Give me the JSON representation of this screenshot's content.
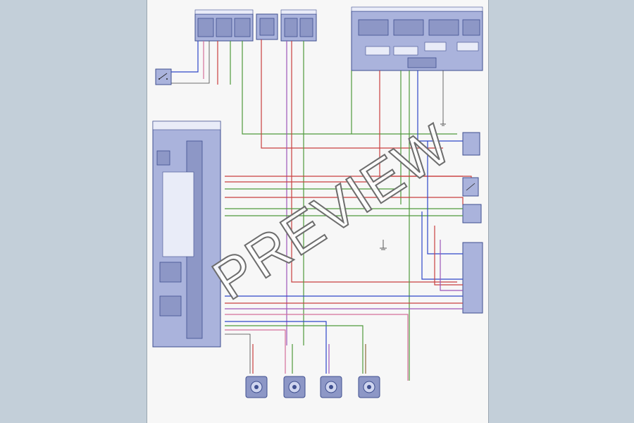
{
  "watermark": "PREVIEW",
  "colors": {
    "background": "#c3cfd9",
    "paper": "#f7f7f7",
    "component_fill": "#aab3dc",
    "wire_green": "#4f9a3c",
    "wire_red": "#c93f3f",
    "wire_blue": "#2f47c9",
    "wire_purple": "#9b56b8",
    "wire_pink": "#d46f9a"
  },
  "icons": {
    "ground": "ground-symbol-icon",
    "switch": "switch-symbol-icon",
    "sensor": "wheel-sensor-icon"
  },
  "components": [
    {
      "id": "top-module-1"
    },
    {
      "id": "top-module-2"
    },
    {
      "id": "top-module-3"
    },
    {
      "id": "top-module-4"
    },
    {
      "id": "control-unit-top-right"
    },
    {
      "id": "control-module-left"
    },
    {
      "id": "steering-sensor-right"
    },
    {
      "id": "switch-right"
    },
    {
      "id": "yaw-sensor-right"
    },
    {
      "id": "connector-right"
    },
    {
      "id": "switch-left"
    }
  ],
  "sensors": [
    {
      "id": "wheel-sensor-1"
    },
    {
      "id": "wheel-sensor-2"
    },
    {
      "id": "wheel-sensor-3"
    },
    {
      "id": "wheel-sensor-4"
    }
  ]
}
